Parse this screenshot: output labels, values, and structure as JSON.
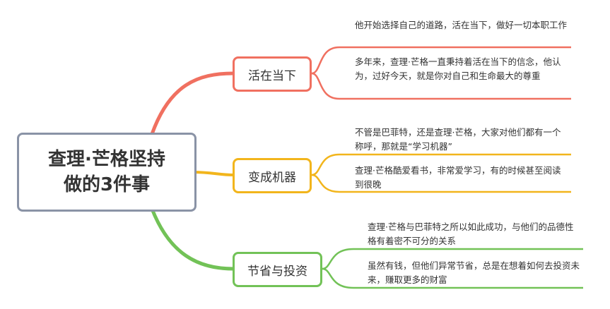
{
  "root": {
    "line1": "查理·芒格坚持",
    "line2": "做的3件事"
  },
  "branches": [
    {
      "label": "活在当下",
      "color": "#f07060",
      "leaves": [
        "他开始选择自己的道路，活在当下，做好一切本职工作",
        "多年来，查理·芒格一直秉持着活在当下的信念，他认为，过好今天，就是你对自己和生命最大的尊重"
      ]
    },
    {
      "label": "变成机器",
      "color": "#f2b51c",
      "leaves": [
        "不管是巴菲特，还是查理·芒格，大家对他们都有一个称呼，那就是“学习机器”",
        "查理·芒格酷爱看书，非常爱学习，有的时候甚至阅读到很晚"
      ]
    },
    {
      "label": "节省与投资",
      "color": "#72c257",
      "leaves": [
        "查理·芒格与巴菲特之所以如此成功，与他们的品德性格有着密不可分的关系",
        "虽然有钱，但他们异常节省，总是在想着如何去投资未来，赚取更多的财富"
      ]
    }
  ]
}
